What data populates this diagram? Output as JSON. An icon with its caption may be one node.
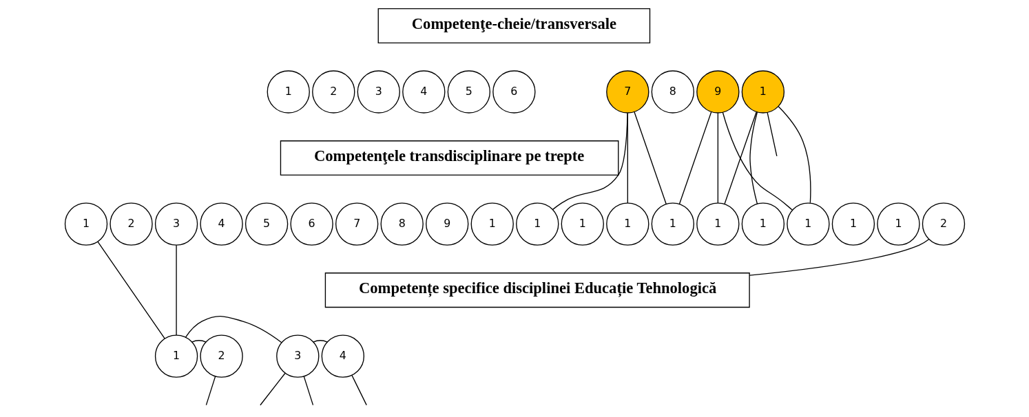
{
  "diagram": {
    "nodes": [
      {
        "text": [
          "Competenţe-cheie/transversale"
        ]
      },
      {
        "text": [
          "1"
        ]
      },
      {
        "text": [
          "2"
        ]
      },
      {
        "text": [
          "3"
        ]
      },
      {
        "text": [
          "4"
        ]
      },
      {
        "text": [
          "5"
        ]
      },
      {
        "text": [
          "6"
        ]
      },
      {
        "text": [
          "7"
        ]
      },
      {
        "text": [
          "8"
        ]
      },
      {
        "text": [
          "9"
        ]
      },
      {
        "text": [
          "1"
        ]
      },
      {
        "text": [
          "Competenţele transdisciplinare pe trepte"
        ]
      },
      {
        "text": [
          "1"
        ]
      },
      {
        "text": [
          "2"
        ]
      },
      {
        "text": [
          "3"
        ]
      },
      {
        "text": [
          "4"
        ]
      },
      {
        "text": [
          "5"
        ]
      },
      {
        "text": [
          "6"
        ]
      },
      {
        "text": [
          "7"
        ]
      },
      {
        "text": [
          "8"
        ]
      },
      {
        "text": [
          "9"
        ]
      },
      {
        "text": [
          "1"
        ]
      },
      {
        "text": [
          "1"
        ]
      },
      {
        "text": [
          "1"
        ]
      },
      {
        "text": [
          "1"
        ]
      },
      {
        "text": [
          "1"
        ]
      },
      {
        "text": [
          "1"
        ]
      },
      {
        "text": [
          "1"
        ]
      },
      {
        "text": [
          "1"
        ]
      },
      {
        "text": [
          "1"
        ]
      },
      {
        "text": [
          "1"
        ]
      },
      {
        "text": [
          "2"
        ]
      },
      {
        "text": [
          "Competențe specifice disciplinei Educație Tehnologică"
        ]
      },
      {
        "text": [
          "1"
        ]
      },
      {
        "text": [
          "2"
        ]
      },
      {
        "text": [
          "3"
        ]
      },
      {
        "text": [
          "4"
        ]
      }
    ],
    "edges": [
      {
        "from": 7,
        "to": 22,
        "arrow": "none"
      },
      {
        "from": 7,
        "to": 24,
        "arrow": "none"
      },
      {
        "from": 7,
        "to": 25,
        "arrow": "none"
      },
      {
        "from": 9,
        "to": 25,
        "arrow": "none"
      },
      {
        "from": 9,
        "to": 26,
        "arrow": "none"
      },
      {
        "from": 9,
        "to": 28,
        "arrow": "none"
      },
      {
        "from": 10,
        "to": 26,
        "arrow": "none"
      },
      {
        "from": 10,
        "to": 27,
        "arrow": "none"
      },
      {
        "from": 10,
        "to": 28,
        "arrow": "none"
      },
      {
        "from": 10,
        "to": null,
        "arrow": "none"
      },
      {
        "from": 12,
        "to": 33,
        "arrow": "none"
      },
      {
        "from": 14,
        "to": 33,
        "arrow": "none"
      },
      {
        "from": 31,
        "to": 32,
        "arrow": "none"
      },
      {
        "from": 33,
        "to": 34,
        "arrow": "none"
      },
      {
        "from": 33,
        "to": 35,
        "arrow": "none"
      },
      {
        "from": 34,
        "to": null,
        "arrow": "none"
      },
      {
        "from": 35,
        "to": 36,
        "arrow": "none"
      },
      {
        "from": 35,
        "to": null,
        "arrow": "none"
      },
      {
        "from": 35,
        "to": null,
        "arrow": "none"
      },
      {
        "from": 36,
        "to": null,
        "arrow": "none"
      }
    ]
  }
}
